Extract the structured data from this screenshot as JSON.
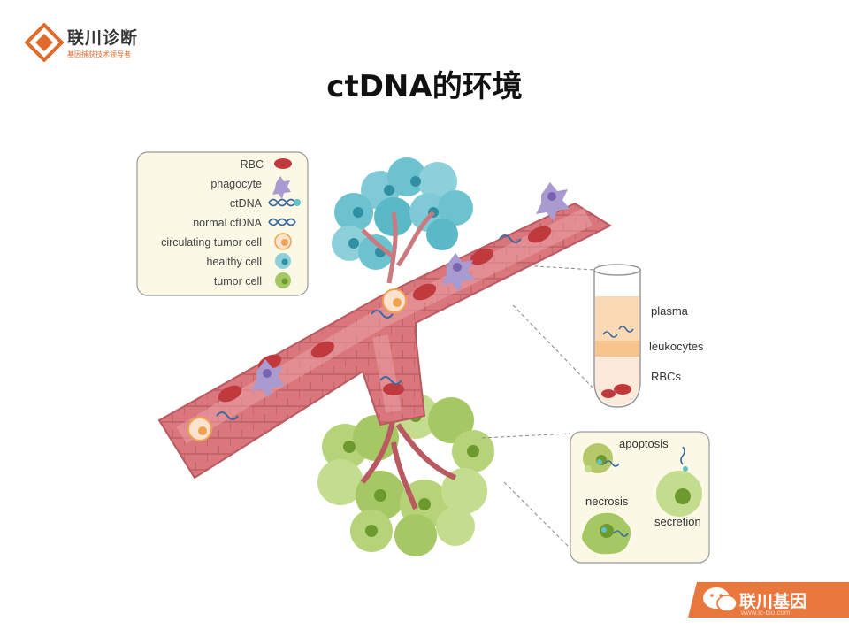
{
  "logo": {
    "name": "联川诊断",
    "tagline": "基因捕获技术领导者"
  },
  "title": "ctDNA的环境",
  "legend": [
    {
      "label": "RBC",
      "icon": "rbc-icon"
    },
    {
      "label": "phagocyte",
      "icon": "phagocyte-icon"
    },
    {
      "label": "ctDNA",
      "icon": "ctdna-icon"
    },
    {
      "label": "normal cfDNA",
      "icon": "normal-cfdna-icon"
    },
    {
      "label": "circulating tumor cell",
      "icon": "circulating-tumor-cell-icon"
    },
    {
      "label": "healthy cell",
      "icon": "healthy-cell-icon"
    },
    {
      "label": "tumor cell",
      "icon": "tumor-cell-icon"
    }
  ],
  "tube": {
    "plasma": "plasma",
    "leukocytes": "leukocytes",
    "rbcs": "RBCs"
  },
  "release": {
    "apoptosis": "apoptosis",
    "necrosis": "necrosis",
    "secretion": "secretion"
  },
  "watermark": {
    "text": "联川基因",
    "sub": "www.lc-bio.com"
  },
  "colors": {
    "vessel": "#d9777c",
    "vessel_dark": "#b85a60",
    "rbc": "#c0393d",
    "phagocyte": "#a99ad0",
    "ctc": "#f2a14e",
    "healthy": "#4bb8c8",
    "tumor": "#8fbf4a",
    "accent": "#e06a2c",
    "legend_bg": "#fbf8e6"
  }
}
